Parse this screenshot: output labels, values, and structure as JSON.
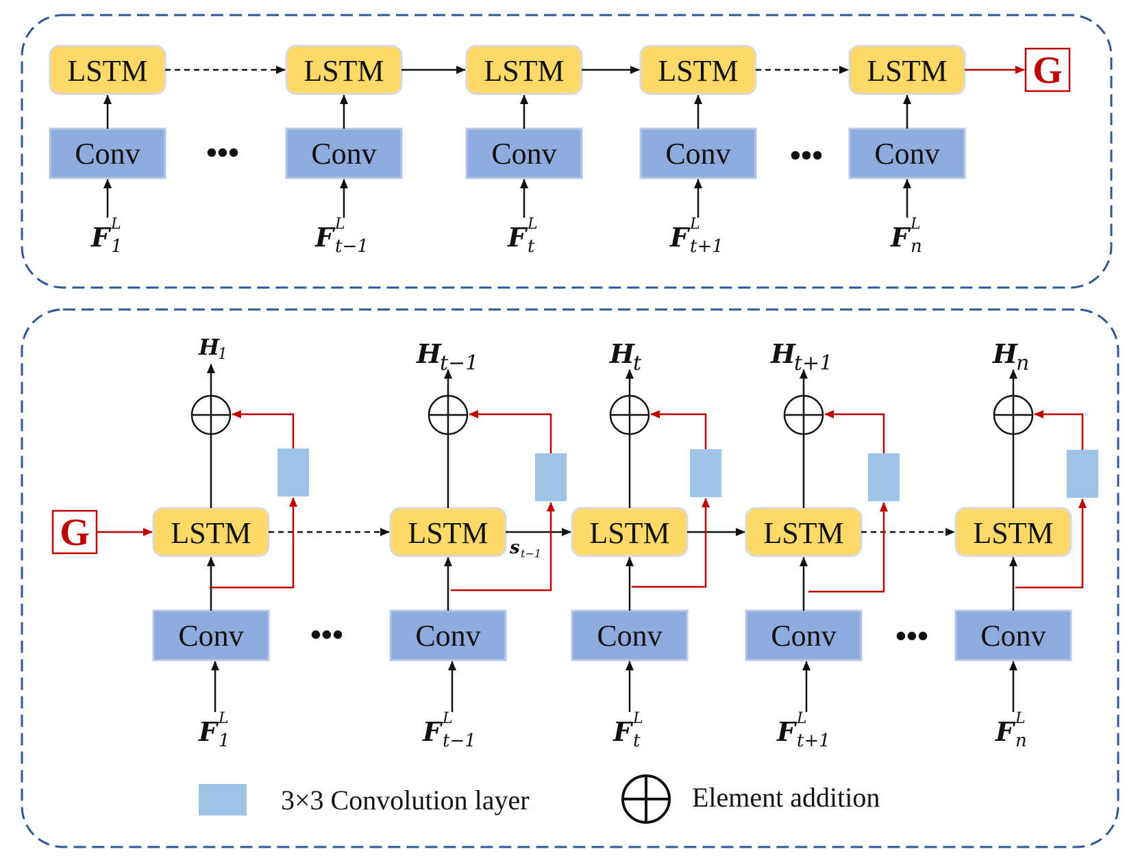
{
  "labels": {
    "lstm": "LSTM",
    "conv": "Conv",
    "g": "G",
    "ellipsis": "•••"
  },
  "top_panel": {
    "inputs": [
      {
        "base": "F",
        "sup": "L",
        "sub": "1"
      },
      {
        "base": "F",
        "sup": "L",
        "sub": "t−1"
      },
      {
        "base": "F",
        "sup": "L",
        "sub": "t"
      },
      {
        "base": "F",
        "sup": "L",
        "sub": "t+1"
      },
      {
        "base": "F",
        "sup": "L",
        "sub": "n"
      }
    ]
  },
  "bottom_panel": {
    "inputs": [
      {
        "base": "F",
        "sup": "L",
        "sub": "1"
      },
      {
        "base": "F",
        "sup": "L",
        "sub": "t−1"
      },
      {
        "base": "F",
        "sup": "L",
        "sub": "t"
      },
      {
        "base": "F",
        "sup": "L",
        "sub": "t+1"
      },
      {
        "base": "F",
        "sup": "L",
        "sub": "n"
      }
    ],
    "outputs": [
      {
        "base": "H",
        "sub": "1"
      },
      {
        "base": "H",
        "sub": "t−1"
      },
      {
        "base": "H",
        "sub": "t"
      },
      {
        "base": "H",
        "sub": "t+1"
      },
      {
        "base": "H",
        "sub": "n"
      }
    ],
    "state_label": {
      "base": "s",
      "sub": "t−1"
    }
  },
  "legend": {
    "conv_layer": "3×3 Convolution layer",
    "element_addition": "Element addition"
  },
  "colors": {
    "lstm_fill": "#FFD966",
    "lstm_stroke": "#D9D9D9",
    "conv_fill": "#8FAADC",
    "conv_stroke": "#B4C7E7",
    "small_conv_fill": "#9DC3E6",
    "panel_border": "#2F5597",
    "red": "#C00000",
    "line": "#111111"
  }
}
